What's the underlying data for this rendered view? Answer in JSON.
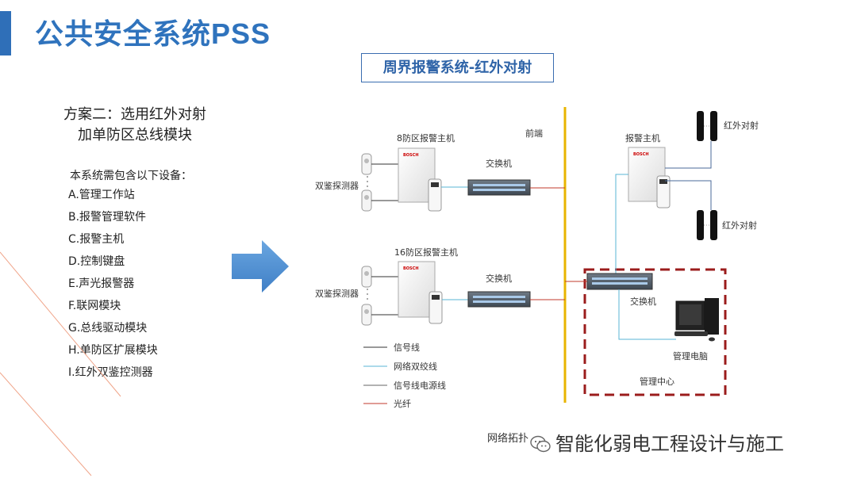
{
  "header": {
    "title": "公共安全系统PSS",
    "accent_color": "#2f6fb8"
  },
  "diagram_title": "周界报警系统-红外对射",
  "scheme": {
    "line1": "方案二：选用红外对射",
    "line2": "加单防区总线模块"
  },
  "equipment": {
    "heading": "本系统需包含以下设备：",
    "items": [
      "A.管理工作站",
      "B.报警管理软件",
      "C.报警主机",
      "D.控制键盘",
      "E.声光报警器",
      "F.联网模块",
      "G.总线驱动模块",
      "H.单防区扩展模块",
      "I.红外双鉴控测器"
    ]
  },
  "diagram": {
    "front_end_label": "前端",
    "panel8_label": "8防区报警主机",
    "panel16_label": "16防区报警主机",
    "panel_right_label": "报警主机",
    "detector_label": "双鉴探测器",
    "switch_label": "交换机",
    "ir_beam_label": "红外对射",
    "workstation_label": "管理电脑",
    "mgmt_center_label": "管理中心",
    "panel_brand": "BOSCH",
    "legend": [
      {
        "label": "信号线",
        "color": "#333333"
      },
      {
        "label": "网络双绞线",
        "color": "#5ab4d6"
      },
      {
        "label": "信号线电源线",
        "color": "#666666"
      },
      {
        "label": "光纤",
        "color": "#c0392b"
      }
    ],
    "bus_color": "#e8b400",
    "mgmt_border_color": "#9b1c1c"
  },
  "footer": {
    "caption": "网络拓扑",
    "watermark": "智能化弱电工程设计与施工"
  }
}
